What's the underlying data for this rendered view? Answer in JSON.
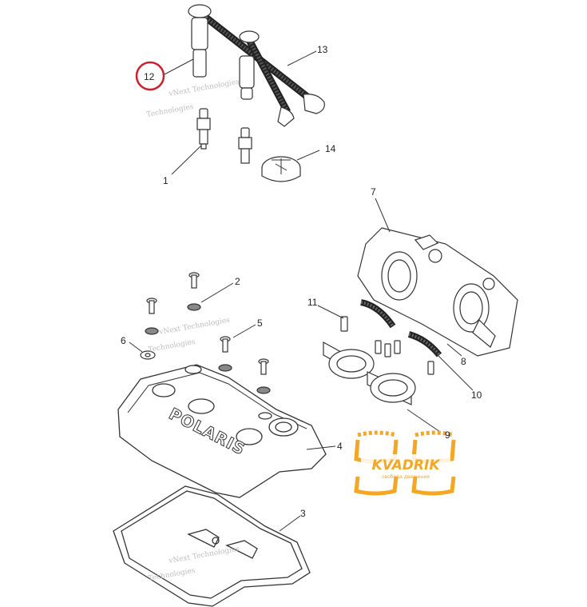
{
  "diagram": {
    "callouts": [
      {
        "id": "1",
        "text": "1"
      },
      {
        "id": "2",
        "text": "2"
      },
      {
        "id": "3",
        "text": "3"
      },
      {
        "id": "4",
        "text": "4"
      },
      {
        "id": "5",
        "text": "5"
      },
      {
        "id": "6",
        "text": "6"
      },
      {
        "id": "7",
        "text": "7"
      },
      {
        "id": "8",
        "text": "8"
      },
      {
        "id": "9",
        "text": "9"
      },
      {
        "id": "10",
        "text": "10"
      },
      {
        "id": "11",
        "text": "11"
      },
      {
        "id": "12",
        "text": "12"
      },
      {
        "id": "13",
        "text": "13"
      },
      {
        "id": "14",
        "text": "14"
      }
    ],
    "highlighted_callout": "12",
    "highlight_color": "#d01f2a",
    "cover_lettering": "POLARIS",
    "watermark_text": [
      "vNext Technologies",
      "Technologies"
    ]
  },
  "logo": {
    "name": "KVADRIK",
    "tagline": "свобода движения",
    "color": "#f5a623"
  }
}
